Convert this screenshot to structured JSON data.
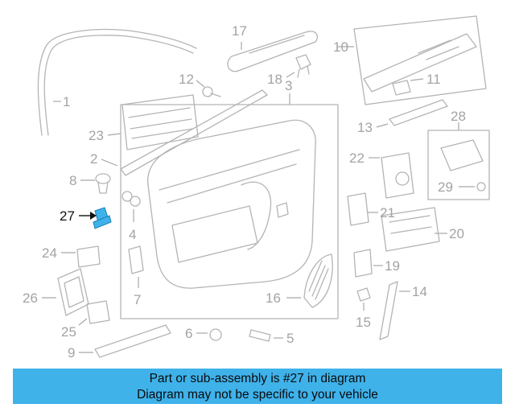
{
  "callouts": [
    {
      "num": "1"
    },
    {
      "num": "2"
    },
    {
      "num": "3"
    },
    {
      "num": "4"
    },
    {
      "num": "5"
    },
    {
      "num": "6"
    },
    {
      "num": "7"
    },
    {
      "num": "8"
    },
    {
      "num": "9"
    },
    {
      "num": "10"
    },
    {
      "num": "11"
    },
    {
      "num": "12"
    },
    {
      "num": "13"
    },
    {
      "num": "14"
    },
    {
      "num": "15"
    },
    {
      "num": "16"
    },
    {
      "num": "17"
    },
    {
      "num": "18"
    },
    {
      "num": "19"
    },
    {
      "num": "20"
    },
    {
      "num": "21"
    },
    {
      "num": "22"
    },
    {
      "num": "23"
    },
    {
      "num": "24"
    },
    {
      "num": "25"
    },
    {
      "num": "26"
    },
    {
      "num": "27"
    },
    {
      "num": "28"
    },
    {
      "num": "29"
    }
  ],
  "highlight": "27",
  "banner": {
    "line1": "Part or sub-assembly is #27 in diagram",
    "line2": "Diagram may not be specific to your vehicle",
    "color": "#3fb2ea"
  },
  "colors": {
    "highlight_part": "#3fb2ea",
    "line_art": "#b4b4b4"
  }
}
